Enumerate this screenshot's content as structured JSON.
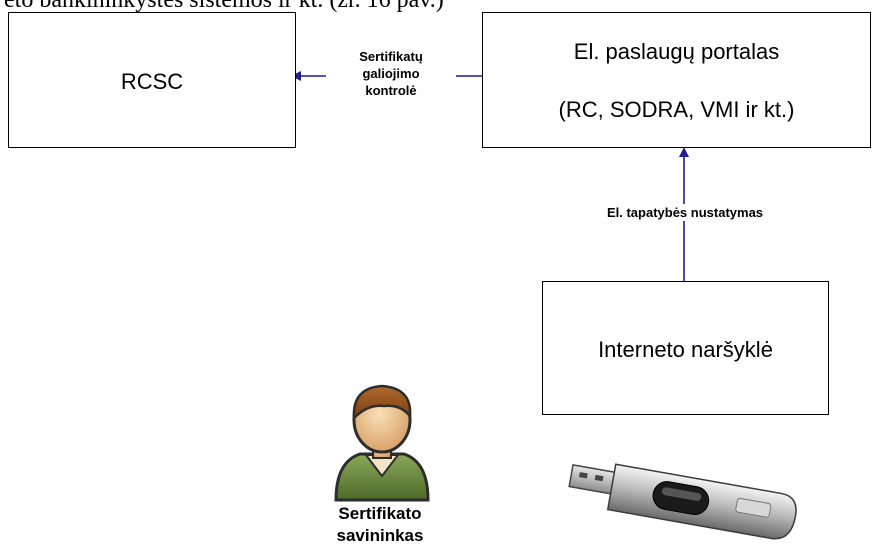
{
  "header_fragment": "eto bankininkystės sistemos ir kt. (žr. 16 pav.)",
  "nodes": {
    "rcsc": {
      "label": "RCSC"
    },
    "portal": {
      "line1": "El. paslaugų portalas",
      "line2": "(RC, SODRA, VMI ir kt.)"
    },
    "browser": {
      "label": "Interneto naršyklė"
    }
  },
  "edges": {
    "cert_validity": {
      "line1": "Sertifikatų",
      "line2": "galiojimo",
      "line3": "kontrolė"
    },
    "identity": {
      "label": "El. tapatybės nustatymas"
    }
  },
  "owner": {
    "line1": "Sertifikato",
    "line2": "savininkas"
  },
  "icons": {
    "person": "user-icon",
    "token": "usb-token-icon"
  },
  "colors": {
    "arrow": "#1f1f8f",
    "box_border": "#000000"
  }
}
